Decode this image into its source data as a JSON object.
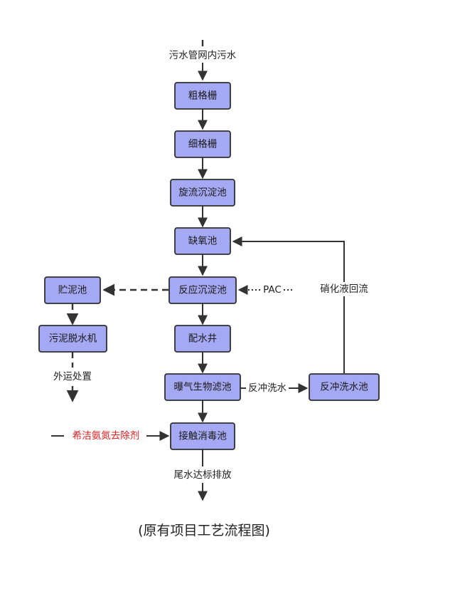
{
  "nodes": {
    "coarse_screen": "粗格栅",
    "fine_screen": "细格栅",
    "vortex_grit": "旋流沉淀池",
    "anoxic": "缺氧池",
    "reaction_settling": "反应沉淀池",
    "distribution_well": "配水井",
    "baf": "曝气生物滤池",
    "contact_disinfection": "接触消毒池",
    "sludge_tank": "贮泥池",
    "dewatering": "污泥脱水机",
    "backwash_tank": "反冲洗水池"
  },
  "labels": {
    "inflow": "污水管网内污水",
    "pac": "PAC",
    "nitrate_return": "硝化液回流",
    "backwash_water": "反冲洗水",
    "sludge_disposal": "外运处置",
    "ammonia_removal": "希洁氨氮去除剂",
    "discharge": "尾水达标排放"
  },
  "caption": "(原有项目工艺流程图)",
  "colors": {
    "box_fill": "#a5a8f3",
    "box_stroke": "#2f2f2f",
    "highlight_text": "#e02020"
  }
}
